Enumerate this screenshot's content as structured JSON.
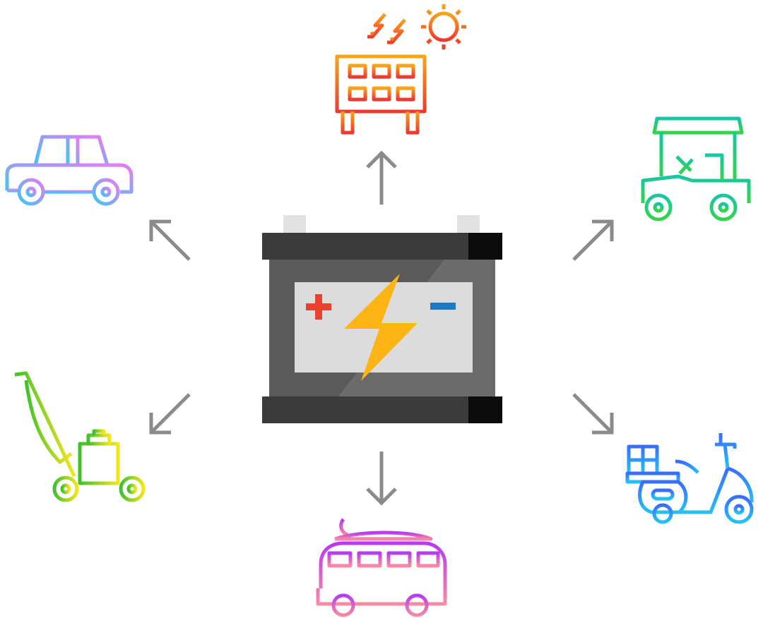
{
  "diagram": {
    "center": {
      "icon": "car-battery-icon",
      "plus_color": "#E8412F",
      "minus_color": "#1D79C2",
      "bolt_color": "#FDB515"
    },
    "arrow_color": "#8A8A8A",
    "applications": [
      {
        "id": "solar-panel",
        "icon": "solar-panel-icon",
        "colors": [
          "#F9A517",
          "#F0382E"
        ]
      },
      {
        "id": "golf-cart",
        "icon": "golf-cart-icon",
        "colors": [
          "#17C7A4",
          "#35D44A"
        ]
      },
      {
        "id": "scooter",
        "icon": "delivery-scooter-icon",
        "colors": [
          "#3B6CFF",
          "#22C3F2"
        ]
      },
      {
        "id": "camper-van",
        "icon": "camper-van-icon",
        "colors": [
          "#B63AF0",
          "#F78AA2"
        ]
      },
      {
        "id": "lawn-mower",
        "icon": "lawn-mower-icon",
        "colors": [
          "#3FC22B",
          "#F3E51D"
        ]
      },
      {
        "id": "car",
        "icon": "car-icon",
        "colors": [
          "#E77CF0",
          "#3AC8F5"
        ]
      }
    ]
  }
}
